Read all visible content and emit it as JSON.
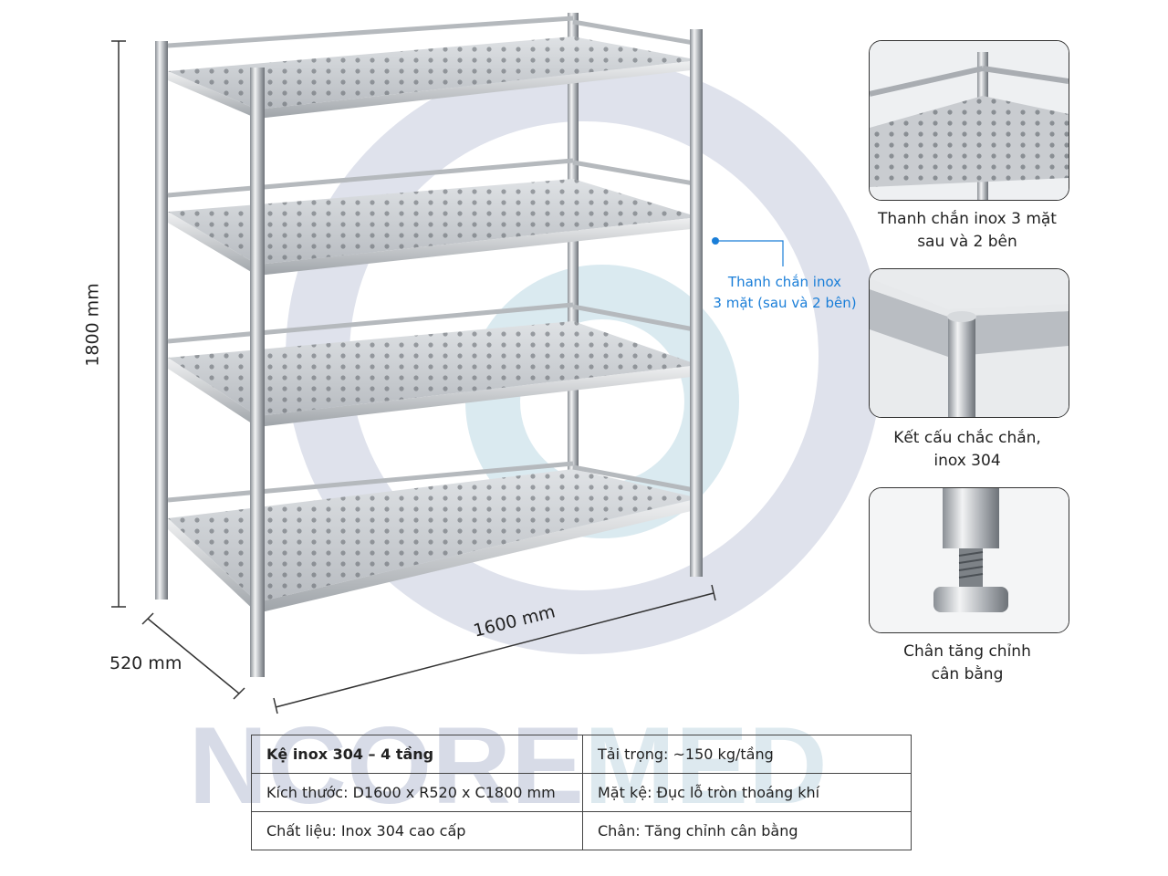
{
  "dimensions": {
    "height": "1800 mm",
    "width": "1600 mm",
    "depth": "520 mm"
  },
  "callout": {
    "line1": "Thanh chắn inox",
    "line2": "3 mặt (sau và 2 bên)"
  },
  "features": [
    {
      "icon": "shelf-corner-guard",
      "line1": "Thanh chắn inox 3 mặt",
      "line2": "sau và 2 bên"
    },
    {
      "icon": "shelf-joint",
      "line1": "Kết cấu chắc chắn,",
      "line2": "inox 304"
    },
    {
      "icon": "adjustable-foot",
      "line1": "Chân tăng chỉnh",
      "line2": "cân bằng"
    }
  ],
  "watermark": {
    "text_dark": "NCORE",
    "text_light": "MED"
  },
  "colors": {
    "watermark_dark": "#d7dbe7",
    "watermark_light": "#dde9ef",
    "callout": "#1a7ed8"
  },
  "spec_table": {
    "rows": [
      [
        "Kệ inox 304 – 4 tầng",
        "Tải trọng: ~150 kg/tầng"
      ],
      [
        "Kích thước: D1600 x R520 x C1800 mm",
        "Mặt kệ: Đục lỗ tròn thoáng khí"
      ],
      [
        "Chất liệu: Inox 304 cao cấp",
        "Chân: Tăng chỉnh cân bằng"
      ]
    ]
  }
}
